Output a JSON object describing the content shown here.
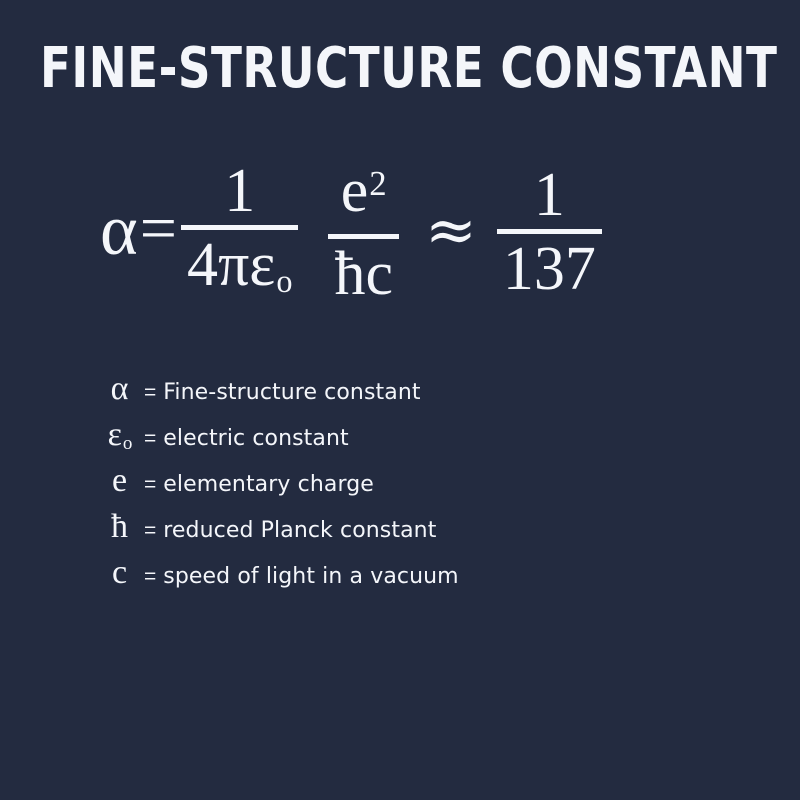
{
  "poster": {
    "background_color": "#232b40",
    "text_color": "#f4f6fa",
    "title": "FINE-STRUCTURE CONSTANT"
  },
  "formula": {
    "alpha_symbol": "α",
    "equals_sign": "=",
    "approx_sign": "≈",
    "fraction_1": {
      "numerator": "1",
      "denominator_base": "4πε",
      "denominator_subscript": "o"
    },
    "fraction_2": {
      "numerator_base": "e",
      "numerator_superscript": "2",
      "denominator": "ħc"
    },
    "fraction_3": {
      "numerator": "1",
      "denominator": "137"
    },
    "plain_text": "α = 1/(4πε₀) · e²/ħc ≈ 1/137"
  },
  "legend": {
    "equals_sign": "=",
    "items": [
      {
        "symbol": "α",
        "subscript": "",
        "description": "Fine-structure constant"
      },
      {
        "symbol": "ε",
        "subscript": "o",
        "description": "electric constant"
      },
      {
        "symbol": "e",
        "subscript": "",
        "description": "elementary charge"
      },
      {
        "symbol": "ħ",
        "subscript": "",
        "description": "reduced Planck constant"
      },
      {
        "symbol": "c",
        "subscript": "",
        "description": "speed of light in a vacuum"
      }
    ]
  }
}
